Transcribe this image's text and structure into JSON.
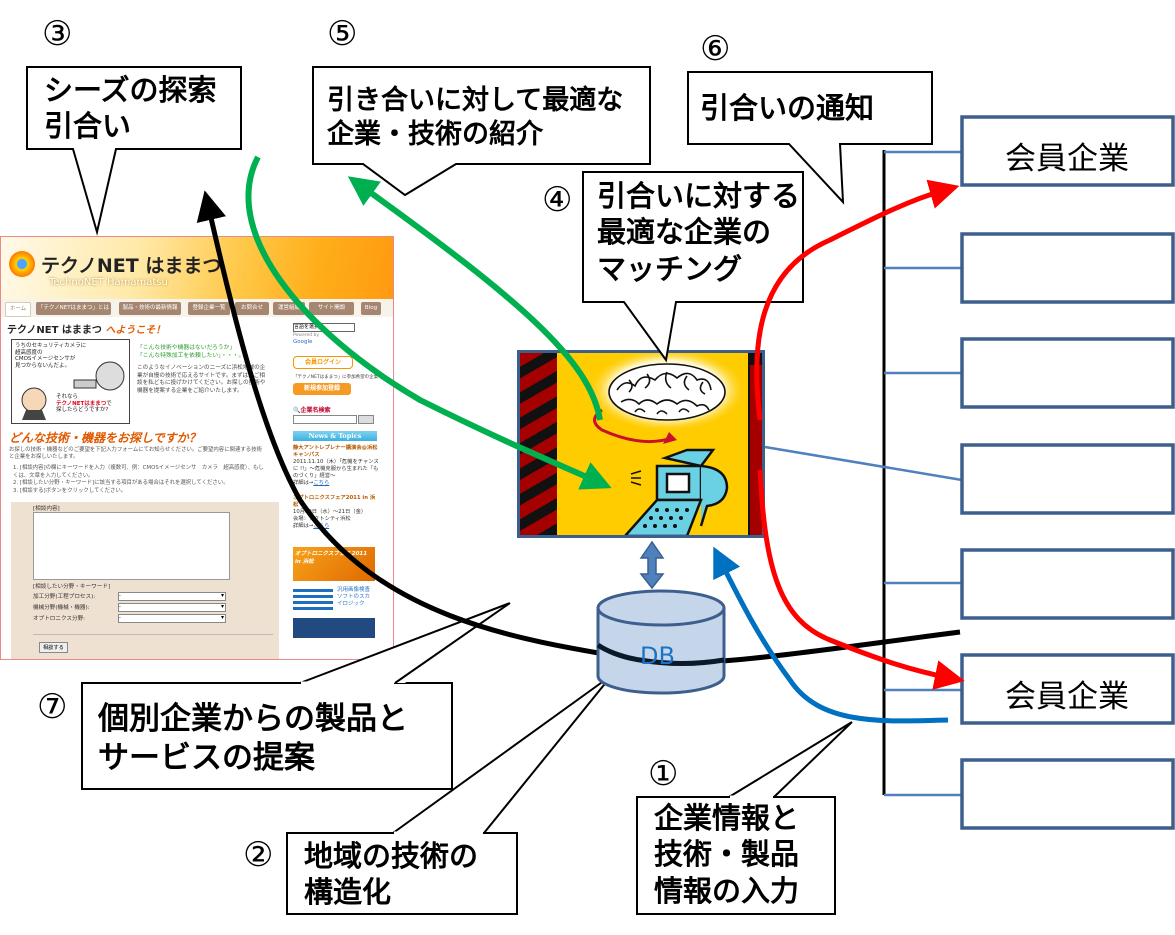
{
  "steps": [
    {
      "number": "①",
      "text": "企業情報と\n技術・製品\n情報の入力"
    },
    {
      "number": "②",
      "text": "地域の技術の\n構造化"
    },
    {
      "number": "③",
      "text": "シーズの探索\n引合い"
    },
    {
      "number": "④",
      "text": "引合いに対する\n最適な企業の\nマッチング"
    },
    {
      "number": "⑤",
      "text": "引き合いに対して最適な\n企業・技術の紹介"
    },
    {
      "number": "⑥",
      "text": "引合いの通知"
    },
    {
      "number": "⑦",
      "text": "個別企業からの製品と\nサービスの提案"
    }
  ],
  "companies": [
    {
      "label": "会員企業"
    },
    {
      "label": ""
    },
    {
      "label": ""
    },
    {
      "label": ""
    },
    {
      "label": ""
    },
    {
      "label": "会員企業"
    },
    {
      "label": ""
    }
  ],
  "database": {
    "label": "DB"
  },
  "colors": {
    "green_arrow": "#00b050",
    "red_arrow": "#ff0000",
    "blue_arrow": "#0070c0",
    "black_arrow": "#000000",
    "company_border": "#3d5f8e",
    "connector": "#4f81bd",
    "db_fill": "#c6d6ea"
  },
  "website": {
    "logo": "テクノNET はままつ",
    "logo_sub": "TechnoNET Hamamatsu",
    "tabs": [
      "ホーム",
      "「テクノNETはままつ」とは",
      "製品・技術の最新情報",
      "登録企業一覧",
      "お問合せ",
      "運営組織",
      "サイト開設",
      "Blog"
    ],
    "welcome_prefix": "テクノNET はままつ",
    "welcome_suffix": "へようこそ！",
    "comic_text_1": "うちのセキュリティカメラに\n超高感度の\nCMOSイメージセンサが\n見つからないんだよ。",
    "comic_text_2a": "それなら\n",
    "comic_text_2b": "テクノNETはままつ",
    "comic_text_2c": "で\n探したらどうですか?",
    "quotes": "「こんな技術や機器はないだろうか」\n「こんな特殊加工を依頼したい」・・・。",
    "intro": "このようなイノベーションのニーズに浜松地域の企業が自慢の技術で応えるサイトです。まずは、ご相談を私どもに投げかけてください。お探しの技術や機器を提案する企業をご紹介いたします。",
    "heading": "どんな技術・機器をお探しですか？",
    "paragraph": "お探しの技術・機器などのご要望を下記入力フォームにてお知らせください。ご要望内容に関連する技術と企業をお探しいたします。",
    "instructions": [
      "1. [相談内容]の欄にキーワードを入力（複数可、例：CMOSイメージセンサ　カメラ　超高感度）、もしくは、文章を入力してください。",
      "2. [相談したい分野・キーワード]に該当する項目がある場合はそれを選択してください。",
      "3. [相談する]ボタンをクリックしてください。"
    ],
    "form": {
      "content_label": "[相談内容]",
      "fields_label": "[相談したい分野・キーワード]",
      "fields": [
        {
          "label": "加工分野(工程プロセス):",
          "value": "-"
        },
        {
          "label": "機械分野(機械・機器):",
          "value": "-"
        },
        {
          "label": "オプトロニクス分野:",
          "value": "-"
        }
      ],
      "submit": "相談する"
    },
    "sidebar": {
      "language_select": "言語を選択",
      "powered_by": "Powered by",
      "google": "Google",
      "login": "会員ログイン",
      "note": "「テクノNETはままつ」に参加希望の企業",
      "join": "新規参加登録",
      "search_heading": "企業名検索",
      "news_heading": "News & Topics",
      "news": [
        {
          "title": "静大アントレプレナー講演会@浜松キャンパス",
          "body": "2011.11.10（木）「危機をチャンスに !!」〜危機克服から生まれた「ものづくり」経営〜\n詳細は→",
          "link": "こちら"
        },
        {
          "title": "オプトロニクスフェア2011 in 浜松",
          "body": "10月19日（水）〜21日（金）\n会場：アクトシティ浜松\n詳細は→",
          "link": "こちら"
        }
      ],
      "banner_fair": "オプトロニクスフェア 2011 in 浜松",
      "skylogiq_text": "汎用画像検査\nソフトのスカ\nイロジック"
    }
  }
}
